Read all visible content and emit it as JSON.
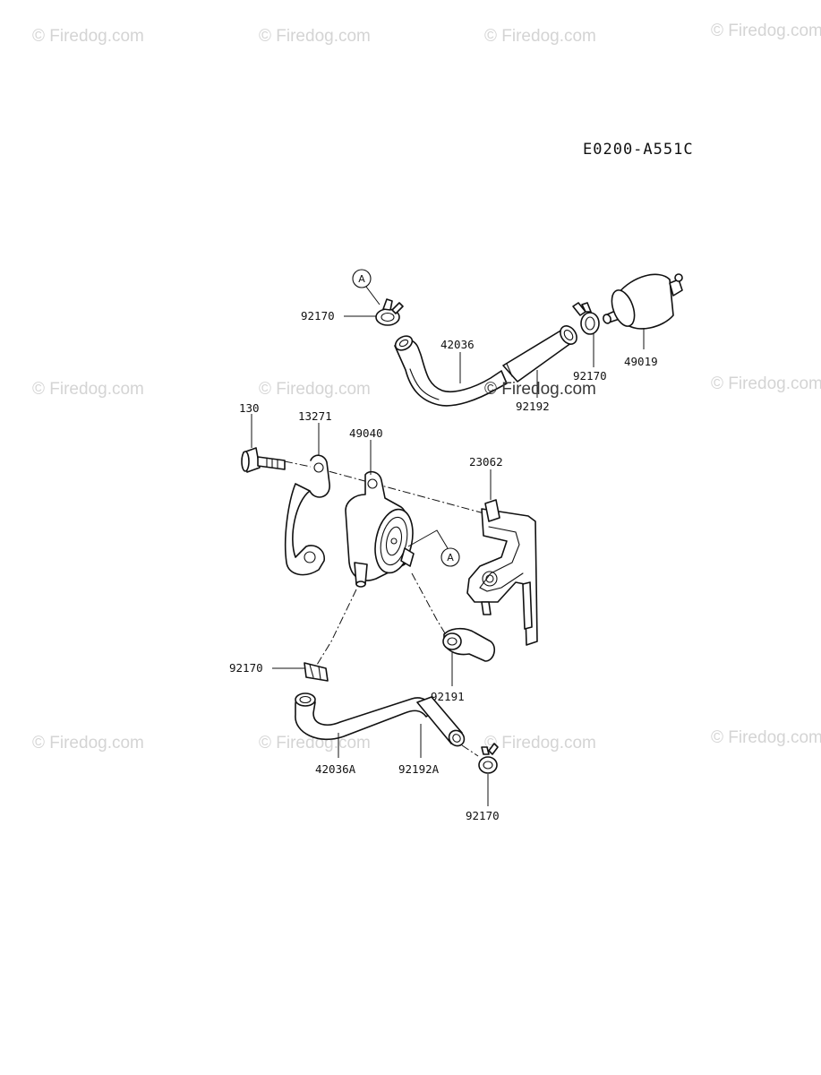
{
  "watermark": "© Firedog.com",
  "diagram_code": "E0200-A551C",
  "reference_marker": "A",
  "part_labels": {
    "p92170_top": "92170",
    "p42036": "42036",
    "p92170_right": "92170",
    "p49019": "49019",
    "p92192": "92192",
    "p130": "130",
    "p13271": "13271",
    "p49040": "49040",
    "p23062": "23062",
    "p92170_left": "92170",
    "p92191": "92191",
    "p42036A": "42036A",
    "p92192A": "92192A",
    "p92170_bottom": "92170"
  }
}
